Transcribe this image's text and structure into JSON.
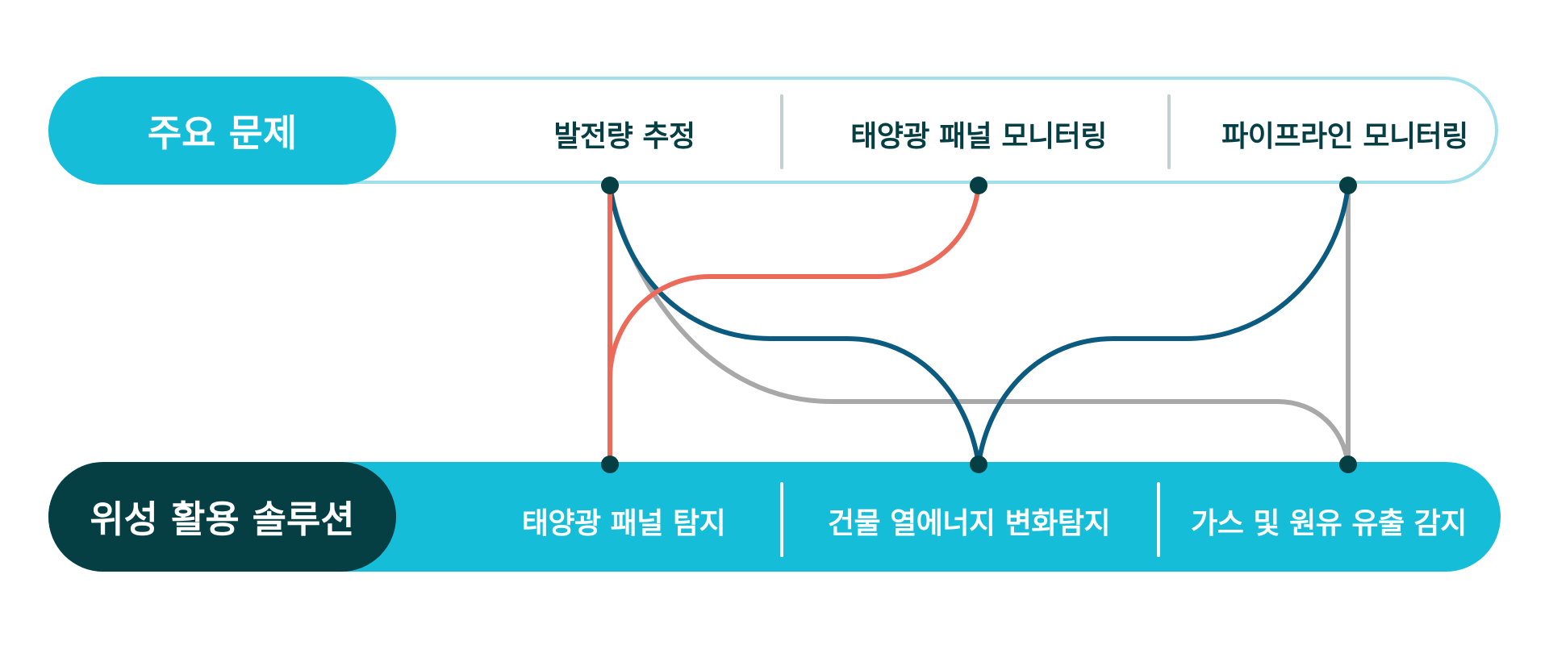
{
  "problems": {
    "title": "주요 문제",
    "items": [
      "발전량 추정",
      "태양광 패널 모니터링",
      "파이프라인 모니터링"
    ]
  },
  "solutions": {
    "title": "위성 활용 솔루션",
    "items": [
      "태양광 패널 탐지",
      "건물 열에너지 변화탐지",
      "가스 및 원유 유출 감지"
    ]
  },
  "colors": {
    "cyan": "#15bdd8",
    "dark_teal": "#053f44",
    "coral": "#ec6a5a",
    "navy": "#0b5a7f",
    "gray": "#a8a8a8"
  }
}
